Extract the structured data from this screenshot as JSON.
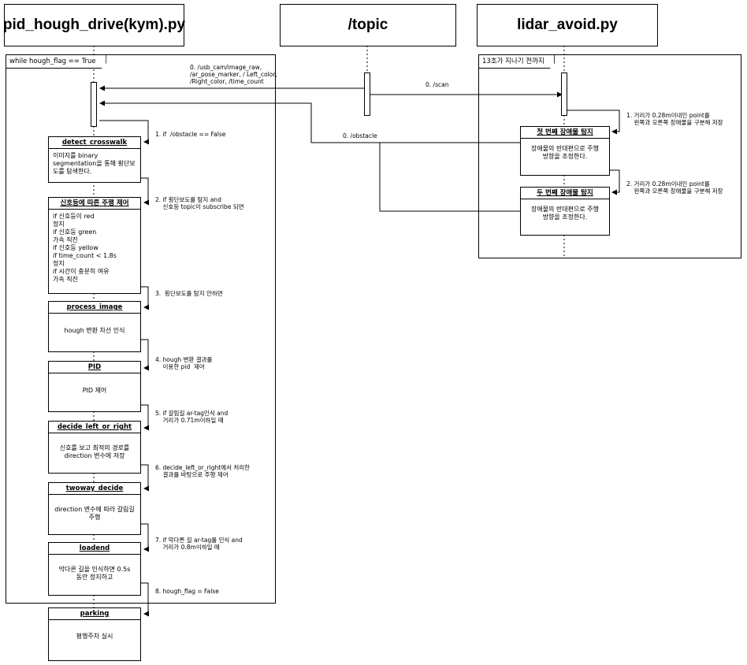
{
  "participants": {
    "pid": "pid_hough_drive(kym).py",
    "topic": "/topic",
    "lidar": "lidar_avoid.py"
  },
  "frames": {
    "while_loop": "while hough_flag == True",
    "lidar_loop": "13초가 지나기 전까지"
  },
  "messages": {
    "m_topics": "0. /usb_cam/image_raw,\n/ar_pose_marker, / Left_color,\n/Right_color, /time_count",
    "m_scan": "0. /scan",
    "m_obstacle": "0. /obstacle",
    "step1": "1. if  /obstacle == False",
    "step2": "2. if 횡단보도를 탐지 and\n    신호등 topic이 subscribe 되면",
    "step3": "3.  횡단보도를 탐지 안하면",
    "step4": "4. hough 변환 결과를\n    이용한 pid  제어",
    "step5": "5. if 갈림길 ar-tag인식 and\n    거리가 0.71m이하일 때",
    "step6": "6. decide_left_or_right에서 처리한\n    결과를 바탕으로 주행 제어",
    "step7": "7. if 막다른 길 ar-tag를 인식 and\n    거리가 0.8m이하일 때",
    "step8": "8. hough_flag = False",
    "lidar1": "1. 거리가 0.28m이내인 point를\n    왼쪽과 오른쪽 장애물을 구분해 저장",
    "lidar2": "2. 거리가 0.28m이내인 point를\n    왼쪽과 오른쪽 장애물을 구분해 저장"
  },
  "boxes": {
    "detect": {
      "title": "detect_crosswalk",
      "body": "이미지를 binary\nsegmentation을 통해 횡단보\n도를 탐색한다."
    },
    "signal": {
      "title": "신호등에 따른 주행 제어",
      "body": "if 신호등이 red\n          정지\nif 신호등 green\n          가속 직진\nif 신호등 yellow\n     if time_count < 1.8s\n               정지\n     if 시간이 충분히 여유\n          가속 직진"
    },
    "process": {
      "title": "process_image",
      "body": "hough 변환 차선 인식"
    },
    "pid": {
      "title": "PID",
      "body": "PID 제어"
    },
    "decide": {
      "title": "decide_left_or_right",
      "body": "신호를 보고 최적의 경로를\ndirection 변수에 저장"
    },
    "twoway": {
      "title": "twoway_decide",
      "body": "direction 변수에 따라 갈림길\n주행"
    },
    "loadend": {
      "title": "loadend",
      "body": "막다른 길을 인식하면 0.5s\n동안 정지하고"
    },
    "parking": {
      "title": "parking",
      "body": "평행주차 실시"
    },
    "obs1": {
      "title": "첫 번째 장애물 탐지",
      "body": "장애물의 반대편으로 주행\n방향을 조정한다."
    },
    "obs2": {
      "title": "두 번째 장애물 탐지",
      "body": "장애물의 반대편으로 주행\n방향을 조정한다."
    }
  }
}
